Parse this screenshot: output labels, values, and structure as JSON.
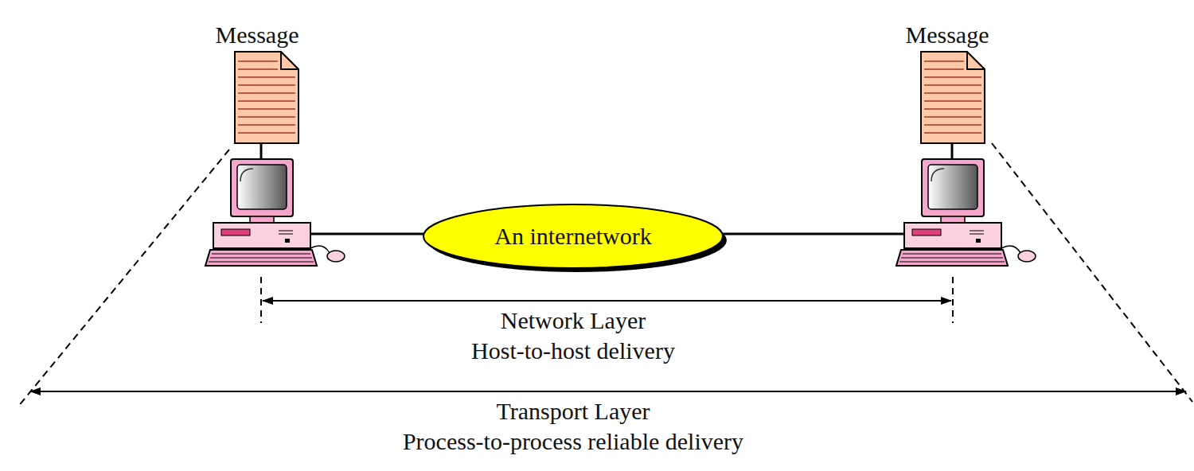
{
  "diagram": {
    "nodes": [
      {
        "text": [
          "Message"
        ]
      },
      {
        "text": [
          "An internetwork"
        ]
      },
      {
        "text": [
          "Message"
        ]
      }
    ],
    "labels": [
      "Network Layer",
      "Host-to-host delivery",
      "Transport Layer",
      "Process-to-process reliable delivery"
    ]
  }
}
